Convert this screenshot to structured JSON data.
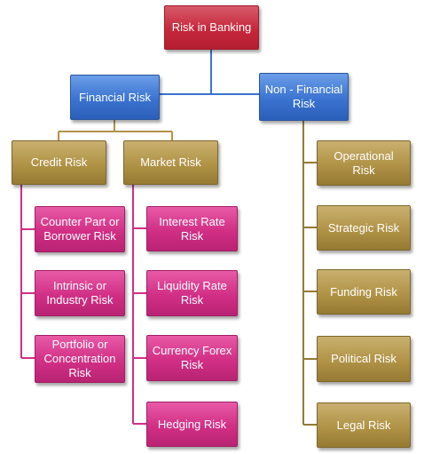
{
  "diagram": {
    "root": {
      "label": "Risk in Banking"
    },
    "financial": {
      "label": "Financial Risk",
      "credit": {
        "label": "Credit Risk",
        "items": [
          "Counter Part or Borrower Risk",
          "Intrinsic or Industry Risk",
          "Portfolio or Concentration Risk"
        ]
      },
      "market": {
        "label": "Market Risk",
        "items": [
          "Interest Rate Risk",
          "Liquidity Rate Risk",
          "Currency  Forex Risk",
          "Hedging Risk"
        ]
      }
    },
    "non_financial": {
      "label": "Non - Financial Risk",
      "items": [
        "Operational Risk",
        "Strategic Risk",
        "Funding Risk",
        "Political Risk",
        "Legal Risk"
      ]
    }
  },
  "colors": {
    "root": "#c6273b",
    "level1": "#3a73d0",
    "level2": "#b09346",
    "leaf": "#d12f85",
    "line_financial": "#3a73d0",
    "line_credit": "#b09346",
    "line_leaf": "#d12f85",
    "line_non_financial": "#967a33"
  }
}
